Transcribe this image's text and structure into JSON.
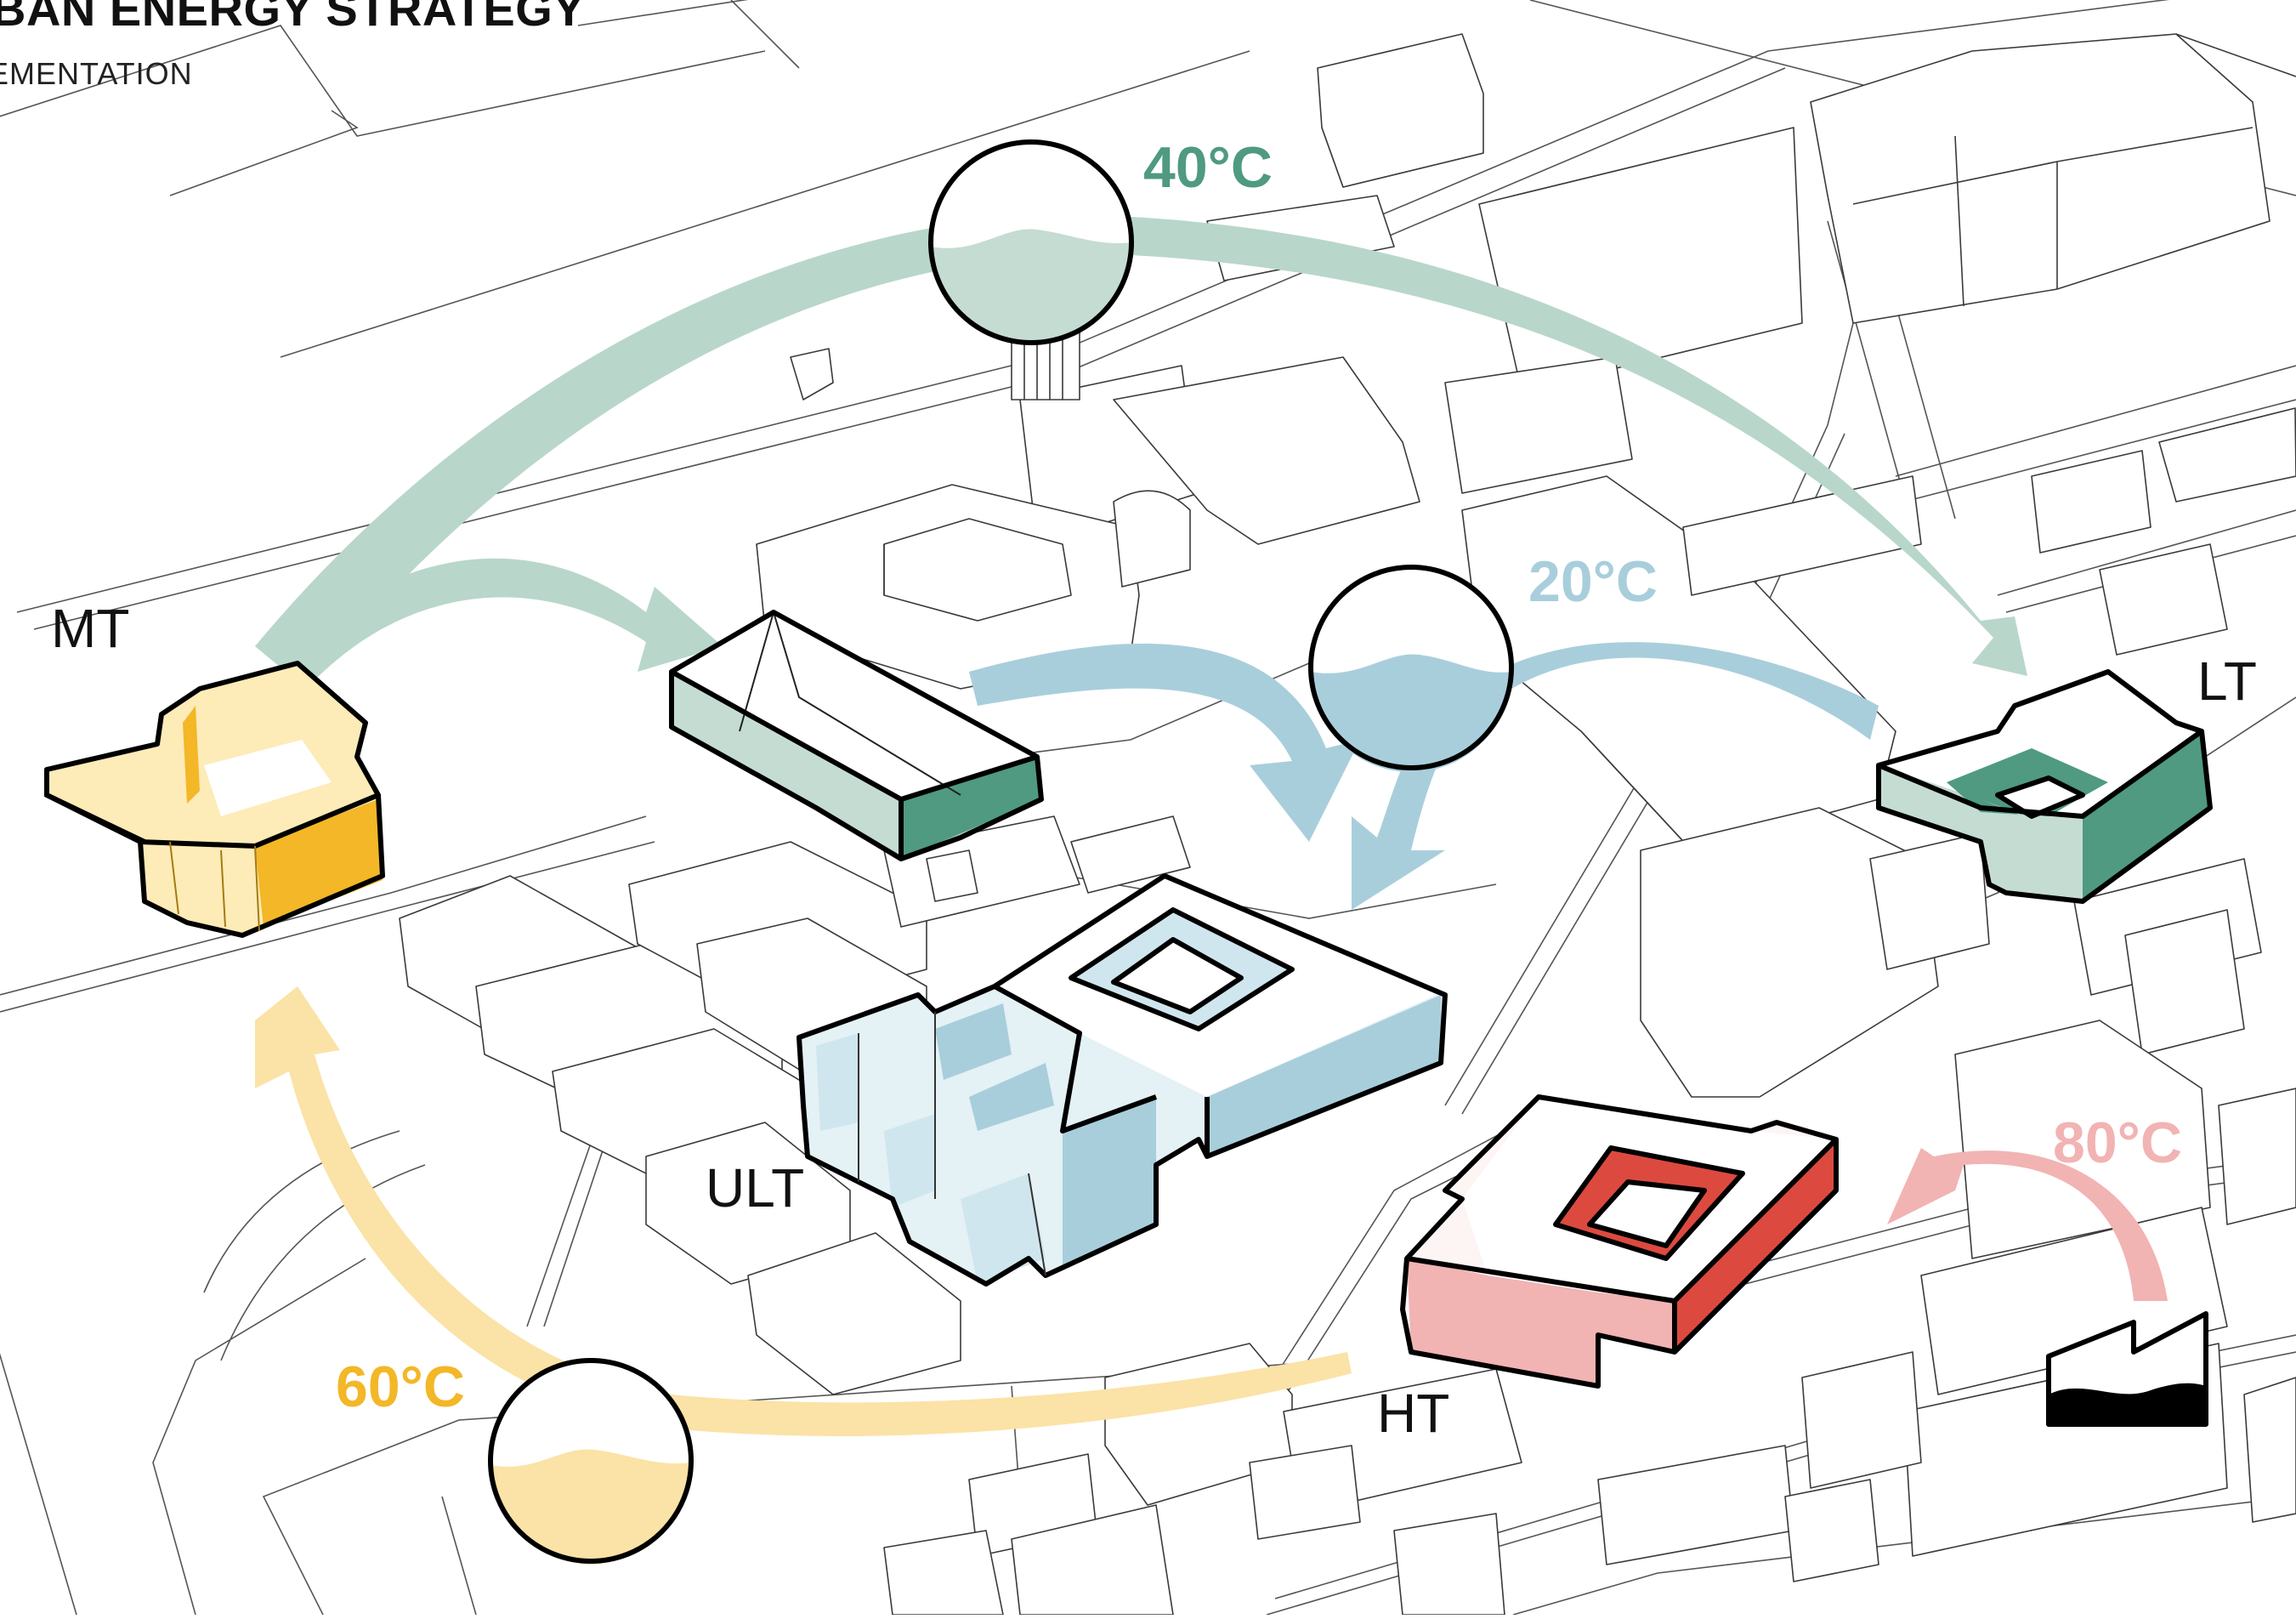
{
  "header": {
    "title": "BAN ENERGY STRATEGY",
    "subtitle": "EMENTATION"
  },
  "labels": {
    "mt": "MT",
    "lt": "LT",
    "ult": "ULT",
    "ht": "HT"
  },
  "temperatures": {
    "t40": "40°C",
    "t20": "20°C",
    "t60": "60°C",
    "t80": "80°C"
  },
  "colors": {
    "green_flow": "#b9d6cb",
    "green_dark": "#4f9a80",
    "blue_flow": "#a9cedb",
    "yellow_flow": "#fbe2a6",
    "yellow_dark": "#f3b727",
    "red_flow": "#f2b3b3",
    "red_dark": "#dc4a3f"
  }
}
